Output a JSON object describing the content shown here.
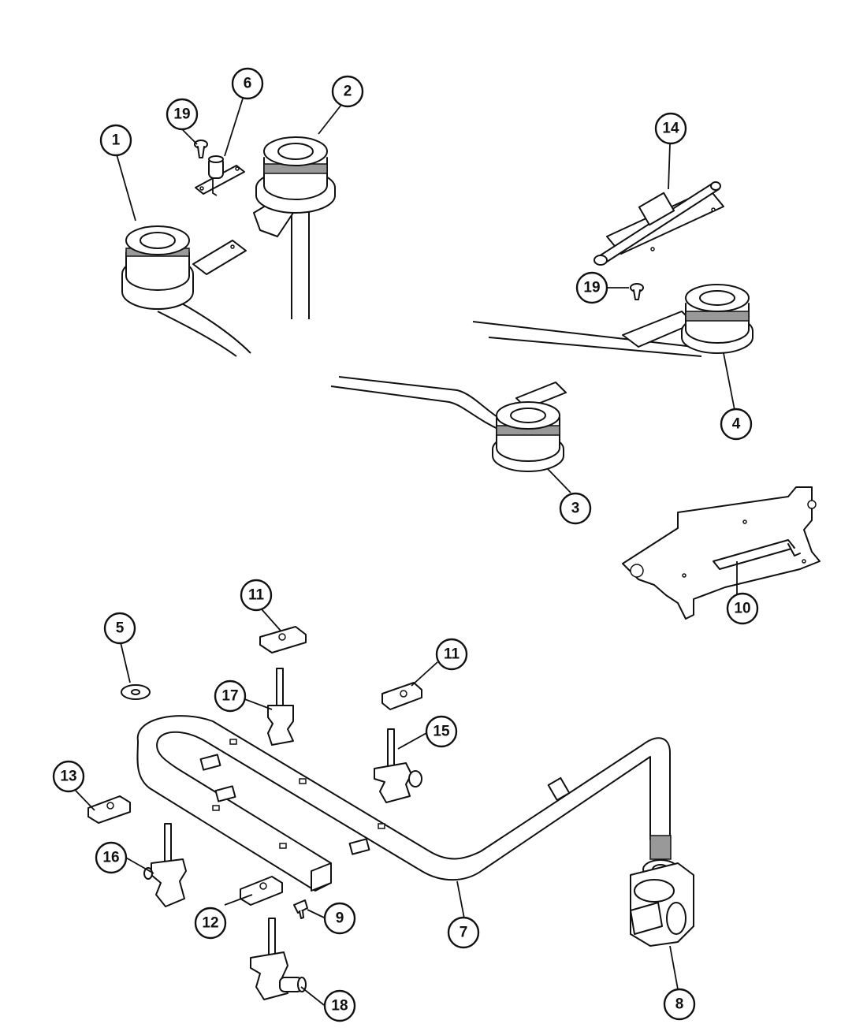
{
  "callouts": [
    {
      "id": "1",
      "label": "1"
    },
    {
      "id": "2",
      "label": "2"
    },
    {
      "id": "3",
      "label": "3"
    },
    {
      "id": "4",
      "label": "4"
    },
    {
      "id": "5",
      "label": "5"
    },
    {
      "id": "6",
      "label": "6"
    },
    {
      "id": "7",
      "label": "7"
    },
    {
      "id": "8",
      "label": "8"
    },
    {
      "id": "9",
      "label": "9"
    },
    {
      "id": "10",
      "label": "10"
    },
    {
      "id": "11a",
      "label": "11"
    },
    {
      "id": "11b",
      "label": "11"
    },
    {
      "id": "12",
      "label": "12"
    },
    {
      "id": "13",
      "label": "13"
    },
    {
      "id": "14",
      "label": "14"
    },
    {
      "id": "15",
      "label": "15"
    },
    {
      "id": "16",
      "label": "16"
    },
    {
      "id": "17",
      "label": "17"
    },
    {
      "id": "18",
      "label": "18"
    },
    {
      "id": "19a",
      "label": "19"
    },
    {
      "id": "19b",
      "label": "19"
    }
  ]
}
